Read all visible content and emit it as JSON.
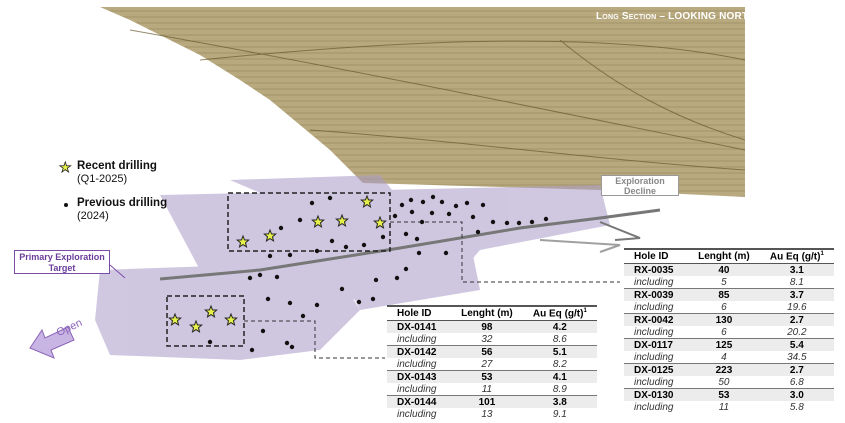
{
  "title": "Long Section – LOOKING NORTH",
  "legend": {
    "recent": {
      "label": "Recent drilling",
      "period": "(Q1-2025)",
      "icon": "star-icon",
      "color": "#e6f04a"
    },
    "previous": {
      "label": "Previous drilling",
      "period": "(2024)",
      "icon": "dot-icon",
      "color": "#111111"
    }
  },
  "labels": {
    "primary_target": "Primary Exploration Target",
    "exploration_decline": "Exploration Decline",
    "open": "Open"
  },
  "colors": {
    "terrain": "#b6a67c",
    "zone": "#a99ac8",
    "accent": "#7b4ba8"
  },
  "table_left": {
    "headers": [
      "Hole ID",
      "Lenght (m)",
      "Au Eq (g/t)",
      "1"
    ],
    "rows": [
      {
        "id": "DX-0141",
        "length": "98",
        "au": "4.2",
        "inc_label": "including",
        "inc_length": "32",
        "inc_au": "8.6"
      },
      {
        "id": "DX-0142",
        "length": "56",
        "au": "5.1",
        "inc_label": "including",
        "inc_length": "27",
        "inc_au": "8.2"
      },
      {
        "id": "DX-0143",
        "length": "53",
        "au": "4.1",
        "inc_label": "including",
        "inc_length": "11",
        "inc_au": "8.9"
      },
      {
        "id": "DX-0144",
        "length": "101",
        "au": "3.8",
        "inc_label": "including",
        "inc_length": "13",
        "inc_au": "9.1"
      }
    ]
  },
  "table_right": {
    "headers": [
      "Hole ID",
      "Lenght (m)",
      "Au Eq (g/t)",
      "1"
    ],
    "rows": [
      {
        "id": "RX-0035",
        "length": "40",
        "au": "3.1",
        "inc_label": "including",
        "inc_length": "5",
        "inc_au": "8.1"
      },
      {
        "id": "RX-0039",
        "length": "85",
        "au": "3.7",
        "inc_label": "including",
        "inc_length": "6",
        "inc_au": "19.6"
      },
      {
        "id": "RX-0042",
        "length": "130",
        "au": "2.7",
        "inc_label": "including",
        "inc_length": "6",
        "inc_au": "20.2"
      },
      {
        "id": "DX-0117",
        "length": "125",
        "au": "5.4",
        "inc_label": "including",
        "inc_length": "4",
        "inc_au": "34.5"
      },
      {
        "id": "DX-0125",
        "length": "223",
        "au": "2.7",
        "inc_label": "including",
        "inc_length": "50",
        "inc_au": "6.8"
      },
      {
        "id": "DX-0130",
        "length": "53",
        "au": "3.0",
        "inc_label": "including",
        "inc_length": "11",
        "inc_au": "5.8"
      }
    ]
  }
}
